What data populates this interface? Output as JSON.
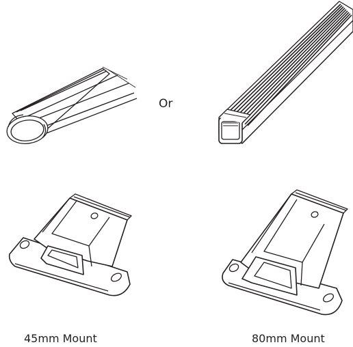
{
  "options": {
    "separator": "Or",
    "bar_types": [
      {
        "icon": "oval-bar-icon"
      },
      {
        "icon": "square-bar-icon"
      }
    ]
  },
  "mounts": [
    {
      "label": "45mm Mount",
      "icon": "mount-45-icon"
    },
    {
      "label": "80mm Mount",
      "icon": "mount-80-icon"
    }
  ],
  "colors": {
    "line": "#231f20",
    "fill": "#ffffff"
  }
}
